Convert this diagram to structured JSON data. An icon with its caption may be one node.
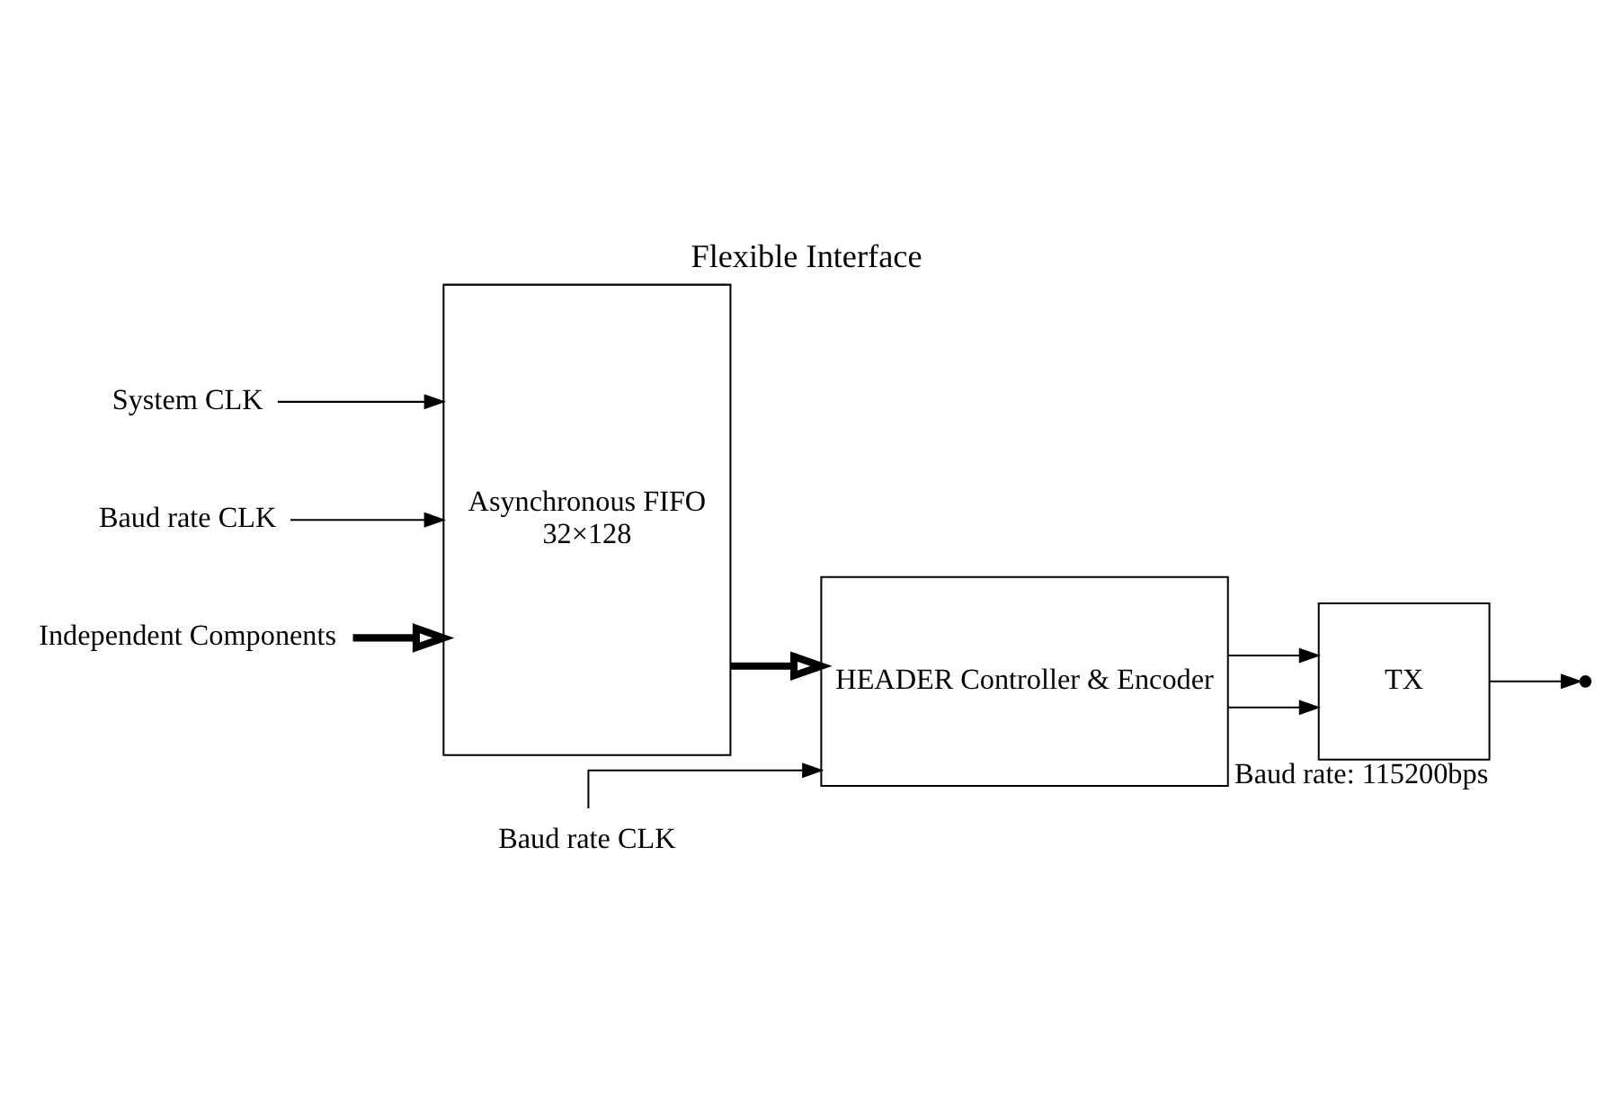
{
  "diagram": {
    "title": "Flexible Interface",
    "nodes": [
      {
        "text": [
          "System CLK"
        ]
      },
      {
        "text": [
          "Baud rate CLK"
        ]
      },
      {
        "text": [
          "Independent Components"
        ]
      },
      {
        "text": [
          "Asynchronous FIFO",
          "32×128"
        ]
      },
      {
        "text": [
          "Baud rate CLK"
        ]
      },
      {
        "text": [
          "HEADER Controller & Encoder"
        ]
      },
      {
        "text": [
          "TX"
        ],
        "beside": [
          "Baud rate: 115200bps"
        ]
      }
    ],
    "edges": [
      {
        "from": 0,
        "to": 3,
        "arrow": "to"
      },
      {
        "from": 1,
        "to": 3,
        "arrow": "to"
      },
      {
        "from": 2,
        "to": 3,
        "arrow": "to",
        "style": "thick"
      },
      {
        "from": 3,
        "to": 5,
        "arrow": "to",
        "style": "thick"
      },
      {
        "from": 4,
        "to": 5,
        "arrow": "to"
      },
      {
        "from": 5,
        "to": 6,
        "arrow": "to"
      },
      {
        "from": 5,
        "to": 6,
        "arrow": "to"
      },
      {
        "from": 6,
        "to": null,
        "arrow": "to"
      }
    ]
  }
}
